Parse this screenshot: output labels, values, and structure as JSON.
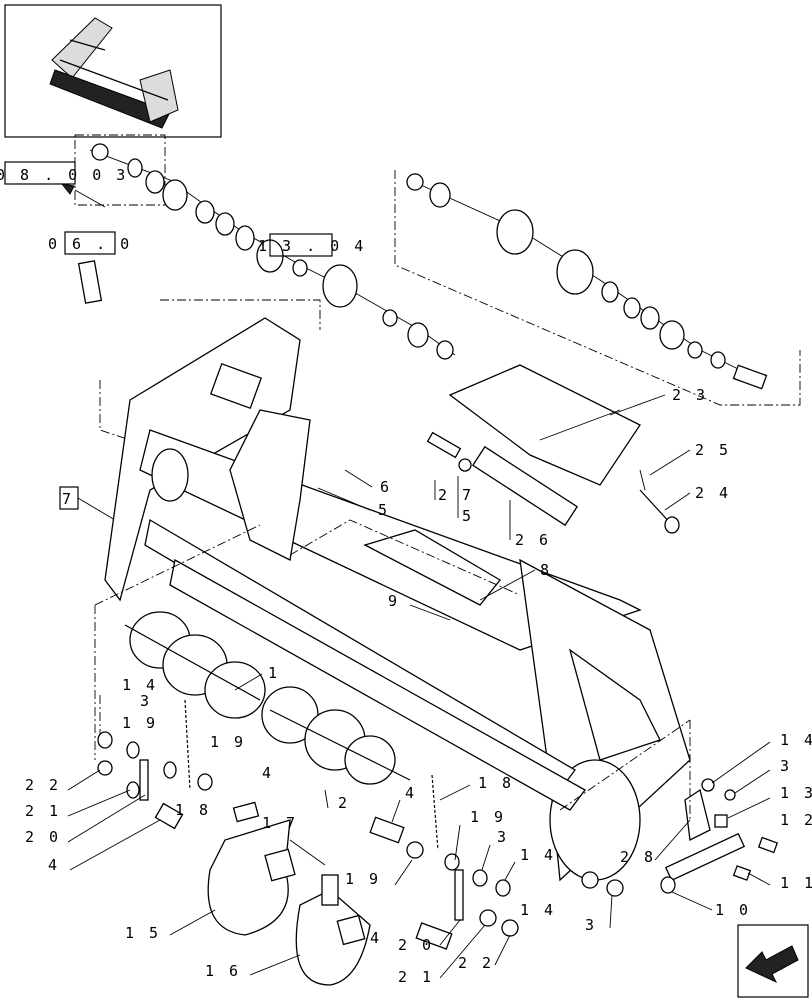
{
  "inset": {
    "label": ""
  },
  "refs": {
    "r1": "0 8 . 0 0 3",
    "r2": "0 6 . 0",
    "r3": "1 3 . 0 4",
    "r4": "7"
  },
  "callouts": {
    "c1": "2 3",
    "c2": "2 5",
    "c3": "2 4",
    "c4": "2 7",
    "c5": "5",
    "c6": "2 6",
    "c7": "6",
    "c8": "5",
    "c9": "8",
    "c10": "9",
    "c11": "1",
    "c12": "1 4",
    "c13": "3",
    "c14": "1 9",
    "c15": "1 9",
    "c16": "4",
    "c17": "2 2",
    "c18": "2 1",
    "c19": "2 0",
    "c20": "4",
    "c21": "1 8",
    "c22": "1 7",
    "c23": "2",
    "c24": "1 8",
    "c25": "4",
    "c26": "1 9",
    "c27": "3",
    "c28": "1 4",
    "c29": "1 9",
    "c30": "1 4",
    "c31": "3",
    "c32": "1 3",
    "c33": "1 2",
    "c34": "2 8",
    "c35": "1 1",
    "c36": "1 0",
    "c37": "1 5",
    "c38": "1 6",
    "c39": "4",
    "c40": "2 0",
    "c41": "2 1",
    "c42": "2 2",
    "c43": "1 4",
    "c44": "3"
  }
}
